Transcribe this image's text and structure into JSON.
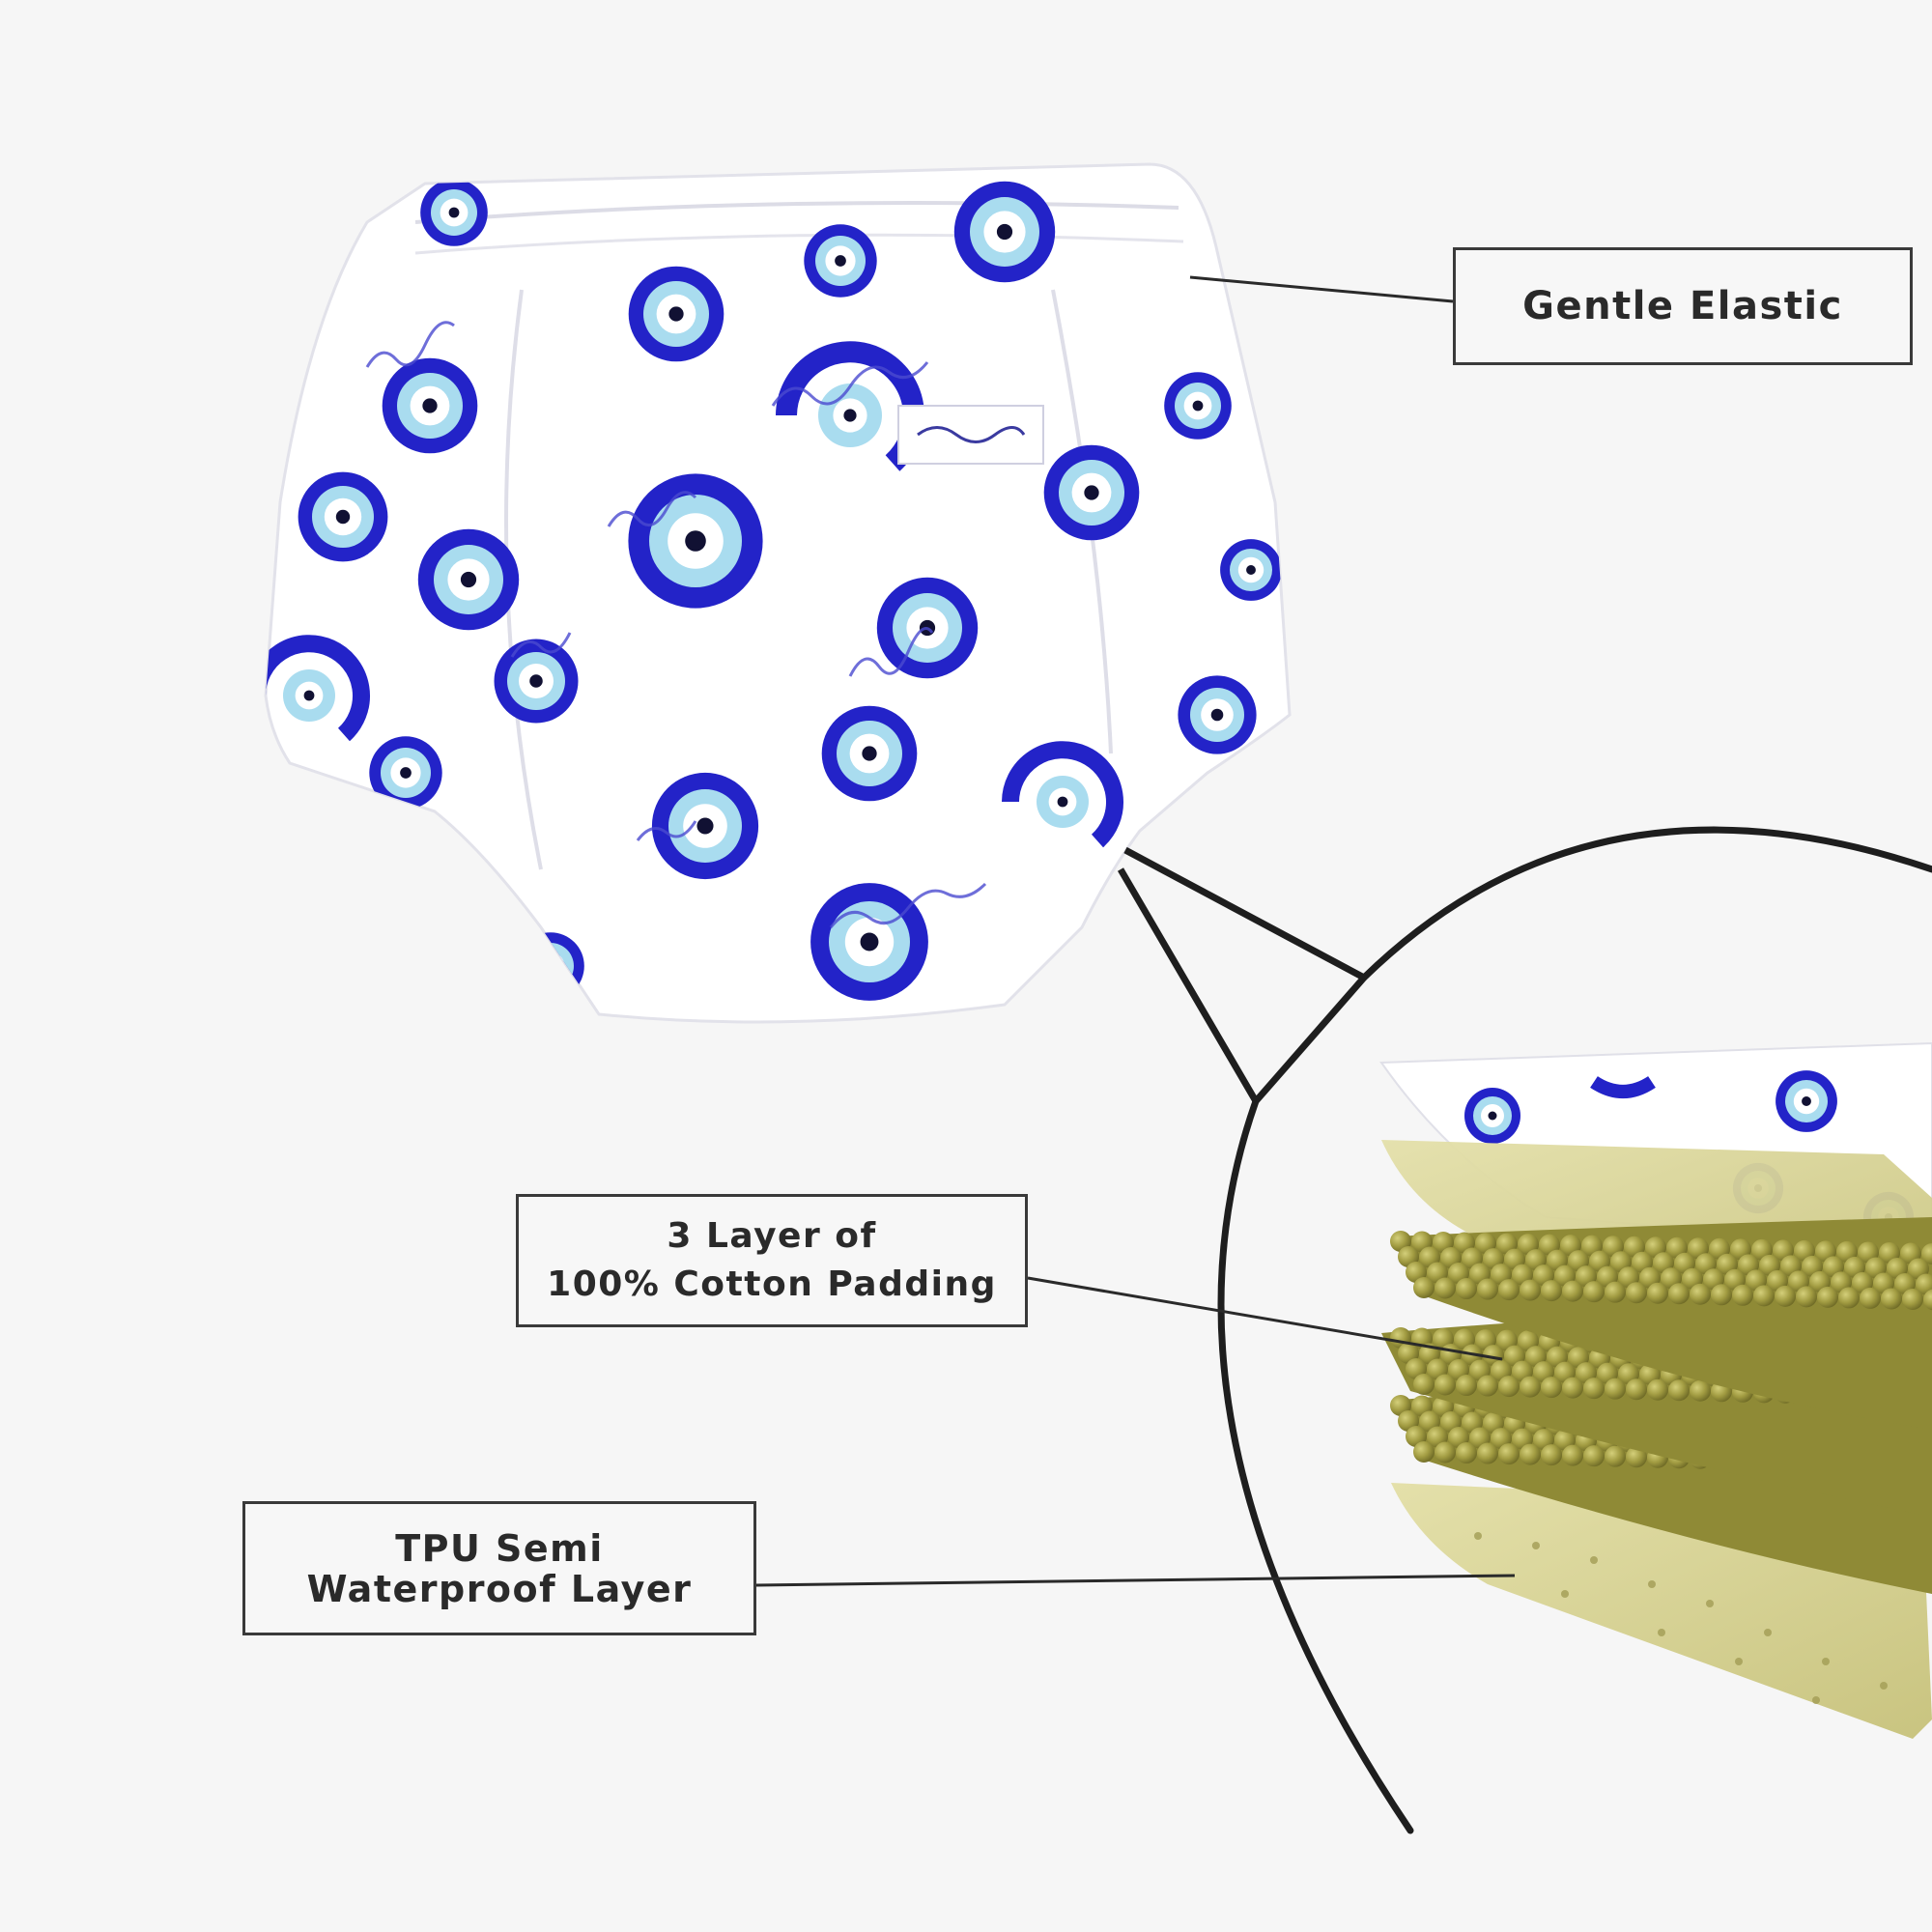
{
  "callouts": {
    "elastic": {
      "line1": "Gentle Elastic"
    },
    "padding": {
      "line1": "3 Layer of",
      "line2": "100% Cotton Padding"
    },
    "tpu": {
      "line1": "TPU Semi",
      "line2": "Waterproof Layer"
    }
  },
  "colors": {
    "background": "#f6f6f6",
    "fabric": "#ffffff",
    "print_dark": "#2323c8",
    "print_light": "#a9dcef",
    "padding_olive": "#a8a24a",
    "layer_yellow": "#d8d49a",
    "leader_line": "#2a2a2a"
  },
  "icons": [
    "evil-eye-print",
    "magnifier-circle",
    "layer-stack"
  ]
}
